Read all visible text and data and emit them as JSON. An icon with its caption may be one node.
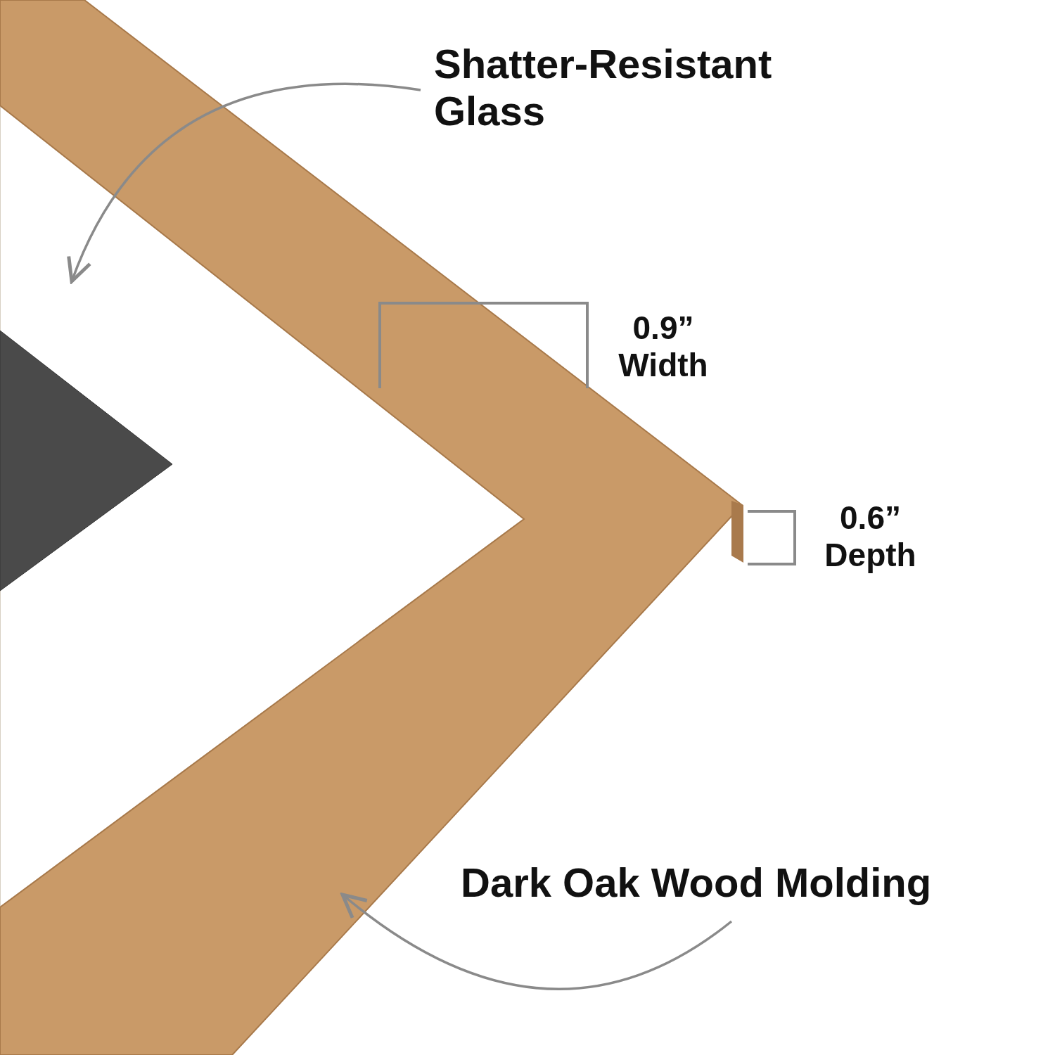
{
  "diagram": {
    "nodes": [
      {
        "text": [
          "Shatter-Resistant Glass"
        ]
      },
      {
        "text": [],
        "shape": "picture"
      },
      {
        "text": [
          "Dark Oak Wood Molding"
        ]
      },
      {
        "text": [],
        "shape": "picture"
      }
    ],
    "edges": [
      {
        "from": 0,
        "to": 1,
        "arrow": "to"
      },
      {
        "from": 2,
        "to": 3,
        "arrow": "to"
      }
    ],
    "labels": [
      "0.9” Width",
      "0.6” Depth"
    ]
  }
}
